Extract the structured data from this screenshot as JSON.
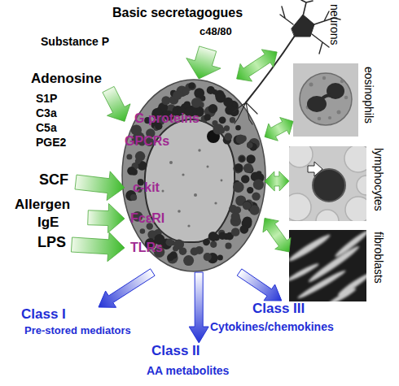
{
  "diagram": {
    "nodes": [
      {
        "text": [
          "G proteins",
          "GPCRs",
          "c-kit",
          "FcεRI",
          "TLRs"
        ]
      },
      {
        "text": [
          "Basic secretagogues",
          "c48/80",
          "Substance P"
        ]
      },
      {
        "text": [
          "Adenosine",
          "S1P",
          "C3a",
          "C5a",
          "PGE2"
        ]
      },
      {
        "text": [
          "SCF"
        ]
      },
      {
        "text": [
          "Allergen",
          "IgE"
        ]
      },
      {
        "text": [
          "LPS"
        ]
      },
      {
        "text": [
          "neurons"
        ]
      },
      {
        "text": [
          "eosinophils"
        ]
      },
      {
        "text": [
          "lymphocytes"
        ]
      },
      {
        "text": [
          "fibroblasts"
        ]
      },
      {
        "text": [
          "Class I",
          "Pre-stored mediators"
        ]
      },
      {
        "text": [
          "Class II",
          "AA metabolites"
        ]
      },
      {
        "text": [
          "Class III",
          "Cytokines/chemokines"
        ]
      }
    ],
    "edges": [
      {
        "from": 1,
        "to": 0,
        "arrow": "to"
      },
      {
        "from": 2,
        "to": 0,
        "arrow": "to"
      },
      {
        "from": 3,
        "to": 0,
        "arrow": "to"
      },
      {
        "from": 4,
        "to": 0,
        "arrow": "to"
      },
      {
        "from": 5,
        "to": 0,
        "arrow": "to"
      },
      {
        "from": 0,
        "to": 6,
        "arrow": "both"
      },
      {
        "from": 0,
        "to": 7,
        "arrow": "both"
      },
      {
        "from": 0,
        "to": 8,
        "arrow": "both"
      },
      {
        "from": 0,
        "to": 9,
        "arrow": "both"
      },
      {
        "from": 0,
        "to": 10,
        "arrow": "to"
      },
      {
        "from": 0,
        "to": 11,
        "arrow": "to"
      },
      {
        "from": 0,
        "to": 12,
        "arrow": "to"
      }
    ]
  }
}
